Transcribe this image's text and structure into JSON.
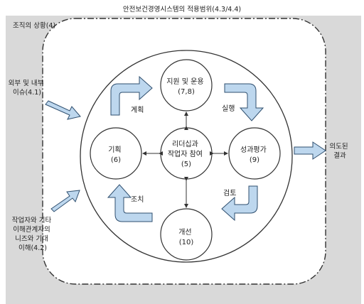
{
  "title": "안전보건경영시스템의 적용범위(4.3/4.4)",
  "context": "조직의 상황(4)",
  "external_issues": [
    "외부 및 내부",
    "이슈(4.1)"
  ],
  "worker_needs": [
    "작업자와 기타",
    "이해관계자의",
    "니즈와 기대",
    "이해(4.2)"
  ],
  "outcome": [
    "의도된",
    "결과"
  ],
  "nodes": {
    "center": [
      "리더십과",
      "작업자 참여",
      "(5)"
    ],
    "support": [
      "지원 및 운용",
      "(7,8)"
    ],
    "planning": [
      "기획",
      "(6)"
    ],
    "evaluation": [
      "성과평가",
      "(9)"
    ],
    "improvement": [
      "개선",
      "(10)"
    ]
  },
  "cycle": {
    "plan": "계획",
    "do": "실행",
    "check": "검토",
    "act": "조치"
  },
  "colors": {
    "background": "#d9d9d9",
    "arrow_fill": "#bdd7ee",
    "arrow_stroke": "#2f4f6f"
  }
}
